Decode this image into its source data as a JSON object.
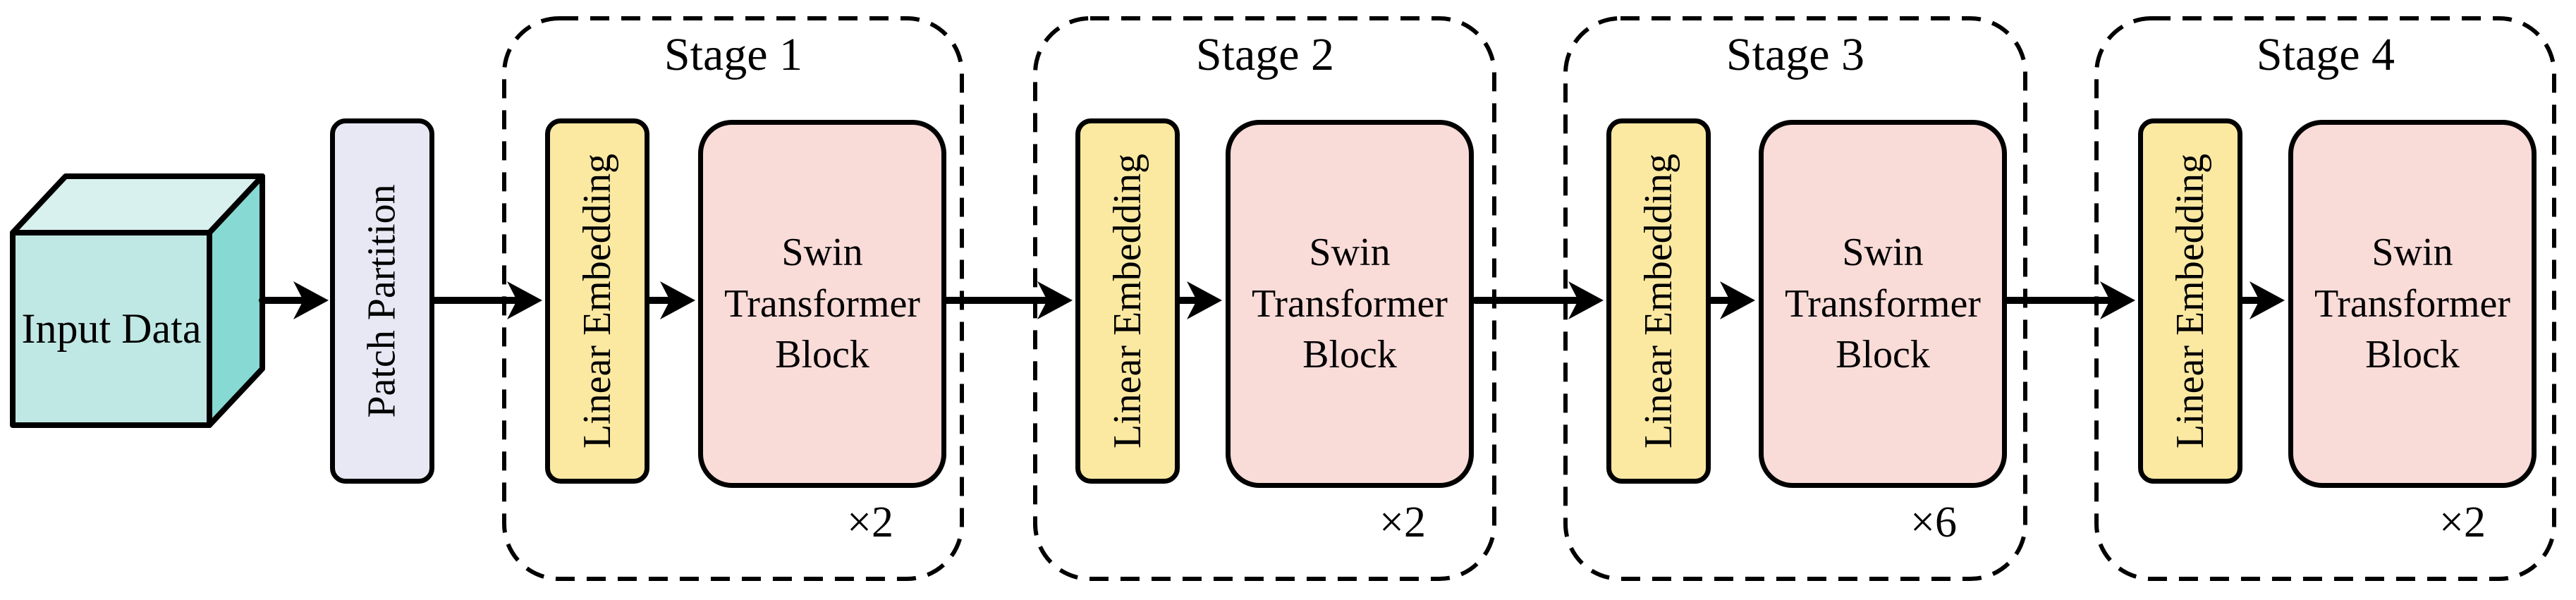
{
  "colors": {
    "background": "#ffffff",
    "stroke": "#000000",
    "cube_top": "#d8f0ee",
    "cube_front": "#bfe8e4",
    "cube_side": "#87d9d3",
    "patch_partition_fill": "#e7e8f4",
    "linear_embedding_fill": "#fbe9a2",
    "swin_block_fill": "#f9dbd8"
  },
  "pipeline": {
    "input_label": "Input Data",
    "patch_partition_label": "Patch Partition",
    "stages": [
      {
        "title": "Stage 1",
        "linear_embedding_label": "Linear Embedding",
        "block_label": "Swin Transformer Block",
        "multiplier": "×2"
      },
      {
        "title": "Stage 2",
        "linear_embedding_label": "Linear Embedding",
        "block_label": "Swin Transformer Block",
        "multiplier": "×2"
      },
      {
        "title": "Stage 3",
        "linear_embedding_label": "Linear Embedding",
        "block_label": "Swin Transformer Block",
        "multiplier": "×6"
      },
      {
        "title": "Stage 4",
        "linear_embedding_label": "Linear Embedding",
        "block_label": "Swin Transformer Block",
        "multiplier": "×2"
      }
    ]
  }
}
